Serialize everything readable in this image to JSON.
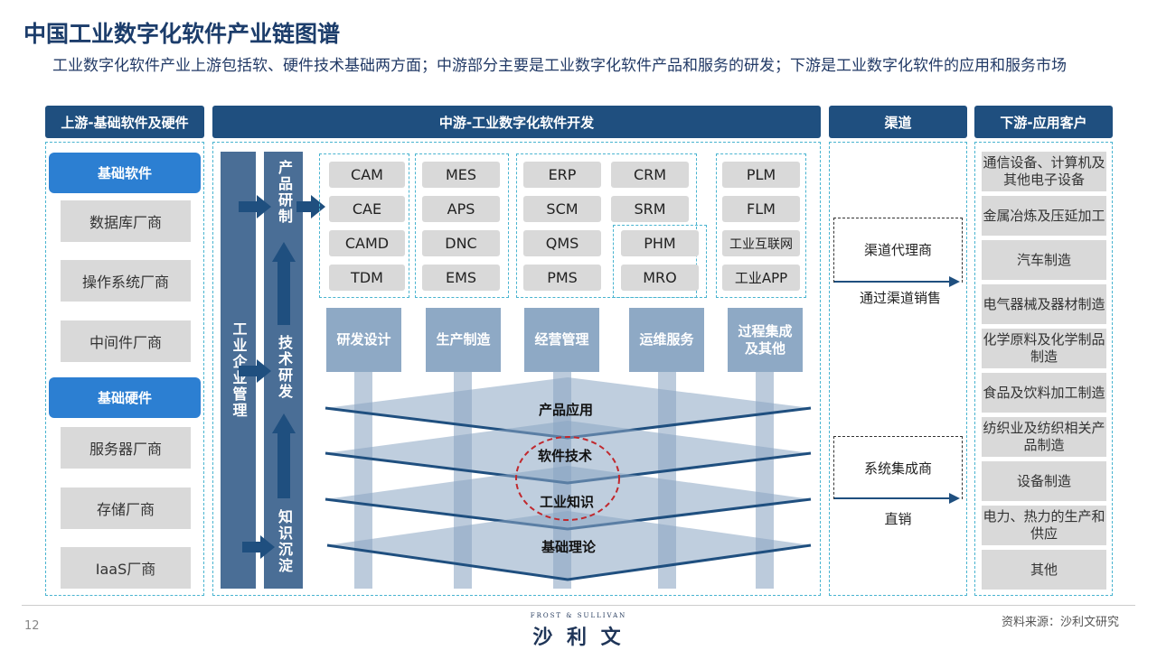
{
  "title": "中国工业数字化软件产业链图谱",
  "subtitle": "工业数字化软件产业上游包括软、硬件技术基础两方面；中游部分主要是工业数字化软件产品和服务的研发；下游是工业数字化软件的应用和服务市场",
  "headers": {
    "upstream": "上游-基础软件及硬件",
    "midstream": "中游-工业数字化软件开发",
    "channel": "渠道",
    "downstream": "下游-应用客户"
  },
  "upstream": {
    "software_label": "基础软件",
    "software_items": [
      "数据库厂商",
      "操作系统厂商",
      "中间件厂商"
    ],
    "hardware_label": "基础硬件",
    "hardware_items": [
      "服务器厂商",
      "存储厂商",
      "IaaS厂商"
    ]
  },
  "midstream": {
    "enterprise_bar": "工业企业管理",
    "stage_top": "产品研制",
    "stage_mid": "技术研发",
    "stage_bottom": "知识沉淀",
    "groups": [
      [
        "CAM",
        "CAE",
        "CAMD",
        "TDM"
      ],
      [
        "MES",
        "APS",
        "DNC",
        "EMS"
      ],
      [
        "ERP",
        "CRM",
        "SCM",
        "SRM",
        "QMS",
        "PMS"
      ],
      [
        "PHM",
        "MRO"
      ],
      [
        "PLM",
        "FLM",
        "工业互联网",
        "工业APP"
      ]
    ],
    "areas": [
      "研发设计",
      "生产制造",
      "经营管理",
      "运维服务",
      "过程集成及其他"
    ],
    "layers": [
      "产品应用",
      "软件技术",
      "工业知识",
      "基础理论"
    ]
  },
  "channel": {
    "agent": "渠道代理商",
    "agent_note": "通过渠道销售",
    "integrator": "系统集成商",
    "direct": "直销"
  },
  "downstream": [
    "通信设备、计算机及其他电子设备",
    "金属冶炼及压延加工",
    "汽车制造",
    "电气器械及器材制造",
    "化学原料及化学制品制造",
    "食品及饮料加工制造",
    "纺织业及纺织相关产品制造",
    "设备制造",
    "电力、热力的生产和供应",
    "其他"
  ],
  "footer": {
    "page_number": "12",
    "logo_tagline": "FROST & SULLIVAN",
    "logo_name": "沙 利 文",
    "source": "资料来源：沙利文研究"
  },
  "colors": {
    "header_bg": "#1f4f7f",
    "accent_blue": "#2c7fd2",
    "dashed_border": "#49b4d0",
    "grey_box": "#d9d9d9",
    "area_box": "#8ea9c5",
    "circle": "#c0282d"
  }
}
